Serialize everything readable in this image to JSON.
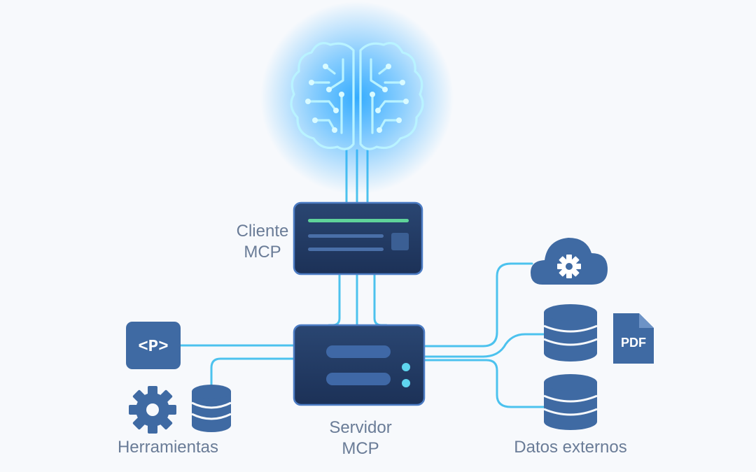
{
  "labels": {
    "client": [
      "Cliente",
      "MCP"
    ],
    "server": [
      "Servidor",
      "MCP"
    ],
    "tools": "Herramientas",
    "external": "Datos externos"
  },
  "icons": {
    "brain": "brain-icon",
    "prompt": "prompt-code-icon",
    "prompt_glyph": "<P>",
    "tools_gear": "gear-icon",
    "tools_db": "database-icon",
    "cloud": "cloud-gear-icon",
    "pdf": "pdf-document-icon",
    "pdf_text": "PDF"
  },
  "colors": {
    "background": "#f7f9fc",
    "node_fill": "#20365f",
    "node_stroke": "#4c7cc4",
    "icon_blue": "#3f6aa3",
    "connector": "#4cc2ee",
    "glow": "#2aa8ff",
    "accent_green": "#5fd39a",
    "accent_cyan": "#5fd5ef",
    "label_text": "#6a7c97"
  }
}
